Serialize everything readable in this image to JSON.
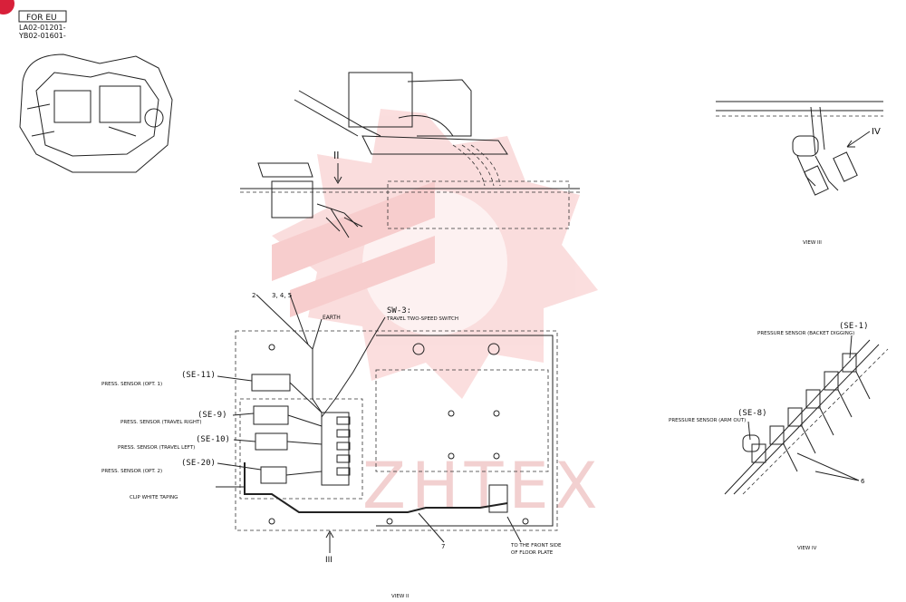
{
  "header": {
    "region_label": "FOR EU",
    "serial_1": "LA02-01201-",
    "serial_2": "YB02-01601-"
  },
  "markers": {
    "view_ii_marker": "II",
    "view_iii_marker": "III",
    "view_iv_marker": "IV"
  },
  "main_view": {
    "callout_2": "2",
    "callout_345": "3, 4, 5",
    "earth": "EARTH",
    "sw3_code": "SW-3:",
    "sw3_desc": "TRAVEL TWO-SPEED SWITCH",
    "se11_code": "(SE-11)",
    "se11_desc": "PRESS. SENSOR (OPT. 1)",
    "se9_code": "(SE-9)",
    "se9_desc": "PRESS. SENSOR (TRAVEL RIGHT)",
    "se10_code": "(SE-10)",
    "se10_desc": "PRESS. SENSOR (TRAVEL LEFT)",
    "se20_code": "(SE-20)",
    "se20_desc": "PRESS. SENSOR (OPT. 2)",
    "clip": "CLIP WHITE TAPING",
    "callout_7": "7",
    "front_1": "TO THE FRONT SIDE",
    "front_2": "OF FLOOR PLATE",
    "view_label": "VIEW II"
  },
  "right_views": {
    "view_iii_label": "VIEW III",
    "se1_code": "(SE-1)",
    "se1_desc": "PRESSURE SENSOR (BACKET DIGGING)",
    "se8_code": "(SE-8)",
    "se8_desc": "PRESSURE SENSOR (ARM OUT)",
    "callout_6": "6",
    "view_iv_label": "VIEW IV"
  },
  "watermark": {
    "text": "ZHTEX",
    "color": "#f2a5a5"
  }
}
